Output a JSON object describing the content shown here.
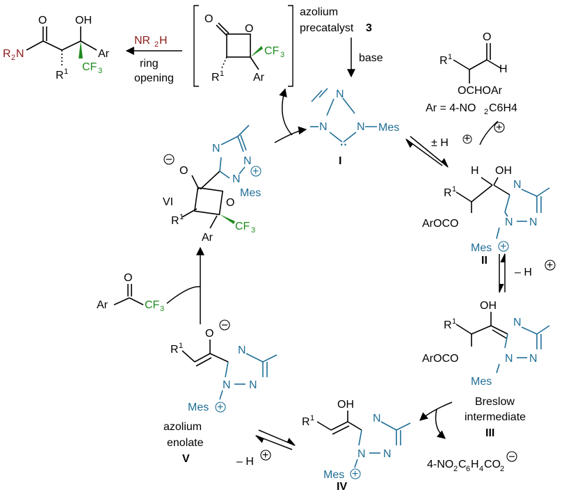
{
  "amide": {
    "r2n": "R",
    "r2n_sub": "2",
    "r2n_n": "N",
    "o": "O",
    "oh": "OH",
    "ar": "Ar",
    "r1": "R",
    "r1_sup": "1",
    "cf3": "CF",
    "cf3_sub": "3"
  },
  "ring_opening": {
    "nr2h_nr": "NR",
    "nr2h_sub": "2",
    "nr2h_h": "H",
    "line1": "ring",
    "line2": "opening"
  },
  "lactone": {
    "o_carbonyl": "O",
    "o_ring": "O",
    "r1": "R",
    "r1_sup": "1",
    "ar": "Ar",
    "cf3": "CF",
    "cf3_sub": "3"
  },
  "precatalyst": {
    "line1": "azolium",
    "line2": "precatalyst",
    "number": "3",
    "base": "base"
  },
  "aldehyde": {
    "r1": "R",
    "r1_sup": "1",
    "o": "O",
    "h": "H",
    "substituent": "OCHOAr",
    "ar_def": "Ar = 4-NO",
    "ar_def_sub": "2",
    "ar_def_tail": "C6H4"
  },
  "proton_steps": {
    "plus_minus_h": "± H",
    "minus_h_right": "– H",
    "minus_h_bottom": "– H"
  },
  "carbene_I": {
    "n1": "N",
    "n2": "N",
    "n3": "N",
    "mes": "Mes",
    "label": "I"
  },
  "intermediate_II": {
    "h": "H",
    "oh": "OH",
    "r1": "R",
    "r1_sup": "1",
    "arocco": "ArOCO",
    "n1": "N",
    "n2": "N",
    "n3": "N",
    "mes": "Mes",
    "label": "II"
  },
  "intermediate_III": {
    "oh": "OH",
    "r1": "R",
    "r1_sup": "1",
    "arocco": "ArOCO",
    "n1": "N",
    "n2": "N",
    "n3": "N",
    "mes": "Mes",
    "name_line1": "Breslow",
    "name_line2": "intermediate",
    "label": "III"
  },
  "leaving_group": {
    "text": "4-NO",
    "sub1": "2",
    "mid": "C",
    "sub2": "6",
    "h": "H",
    "sub3": "4",
    "co": "CO",
    "sub4": "2"
  },
  "intermediate_IV": {
    "oh": "OH",
    "r1": "R",
    "r1_sup": "1",
    "n1": "N",
    "n2": "N",
    "n3": "N",
    "mes": "Mes",
    "label": "IV"
  },
  "enolate_V": {
    "o": "O",
    "r1": "R",
    "r1_sup": "1",
    "n1": "N",
    "n2": "N",
    "n3": "N",
    "mes": "Mes",
    "name_line1": "azolium",
    "name_line2": "enolate",
    "label": "V"
  },
  "ketone": {
    "o": "O",
    "ar": "Ar",
    "cf3": "CF",
    "cf3_sub": "3"
  },
  "adduct_VI": {
    "label": "VI",
    "o": "O",
    "o_ring": "O",
    "r1": "R",
    "r1_sup": "1",
    "ar": "Ar",
    "cf3": "CF",
    "cf3_sub": "3",
    "n1": "N",
    "n2": "N",
    "n3": "N",
    "mes": "Mes"
  },
  "colors": {
    "catalyst": "#1f6e96",
    "cf3": "#1f8a1f",
    "amine": "#8b1a1a"
  }
}
